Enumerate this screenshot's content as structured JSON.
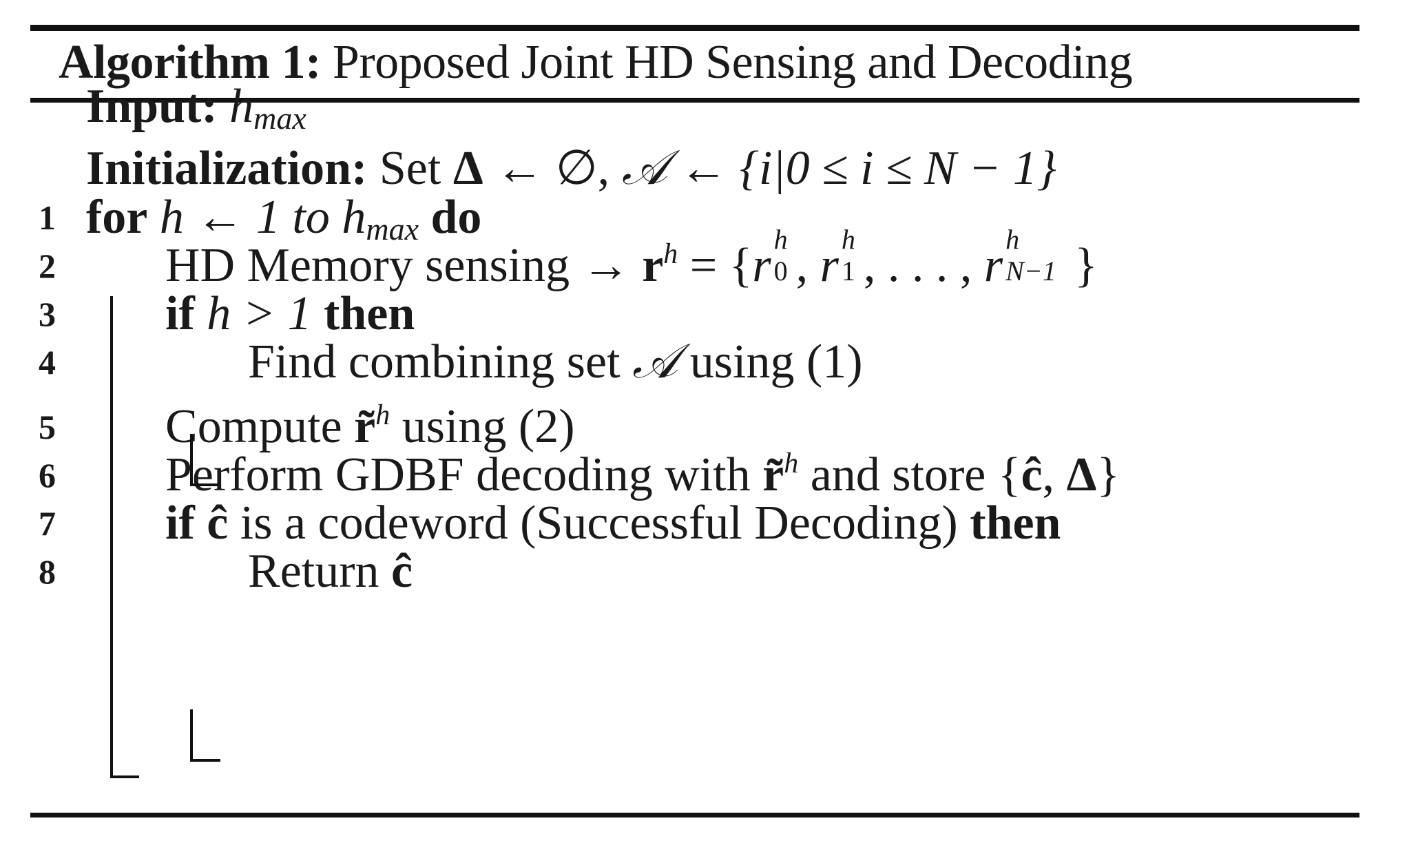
{
  "algorithm": {
    "label": "Algorithm 1:",
    "title": "Proposed Joint HD Sensing and Decoding",
    "input_label": "Input:",
    "input_var": "h",
    "input_sub": "max",
    "init_label": "Initialization:",
    "init_text_pre": "Set",
    "init_delta": "Δ",
    "init_mid": " ← ∅, ",
    "init_A": "𝒜",
    "init_set": " ← {i|0 ≤ i ≤ N − 1}",
    "lines": [
      {
        "num": "1"
      },
      {
        "num": "2"
      },
      {
        "num": "3"
      },
      {
        "num": "4"
      },
      {
        "num": "5"
      },
      {
        "num": "6"
      },
      {
        "num": "7"
      },
      {
        "num": "8"
      }
    ],
    "l1": {
      "kw_for": "for",
      "h": "h",
      "arrow": " ← ",
      "mid": "1 to h",
      "sub": "max",
      "kw_do": "do"
    },
    "l2": {
      "text": "HD Memory sensing → ",
      "r": "r",
      "sup": "h",
      "eq": " = {",
      "r0": "r",
      "sub0": "0",
      "comma": ", ",
      "r1": "r",
      "sub1": "1",
      "dots": ", . . . , ",
      "rN": "r",
      "subN": "N−1",
      "close": "}"
    },
    "l3": {
      "kw_if": "if",
      "cond": " h > 1 ",
      "kw_then": "then"
    },
    "l4": {
      "pre": "Find combining set ",
      "A": "𝒜",
      "post": " using (1)"
    },
    "l5": {
      "pre": "Compute ",
      "r": "r̃",
      "sup": "h",
      "post": " using (2)"
    },
    "l6": {
      "pre": "Perform GDBF decoding with ",
      "r": "r̃",
      "sup": "h",
      "mid": " and store {",
      "c": "ĉ",
      "comma": ", ",
      "delta": "Δ",
      "close": "}"
    },
    "l7": {
      "kw_if": "if",
      "c": " ĉ",
      "mid": " is a codeword (Successful Decoding) ",
      "kw_then": "then"
    },
    "l8": {
      "pre": "Return ",
      "c": "ĉ"
    }
  }
}
